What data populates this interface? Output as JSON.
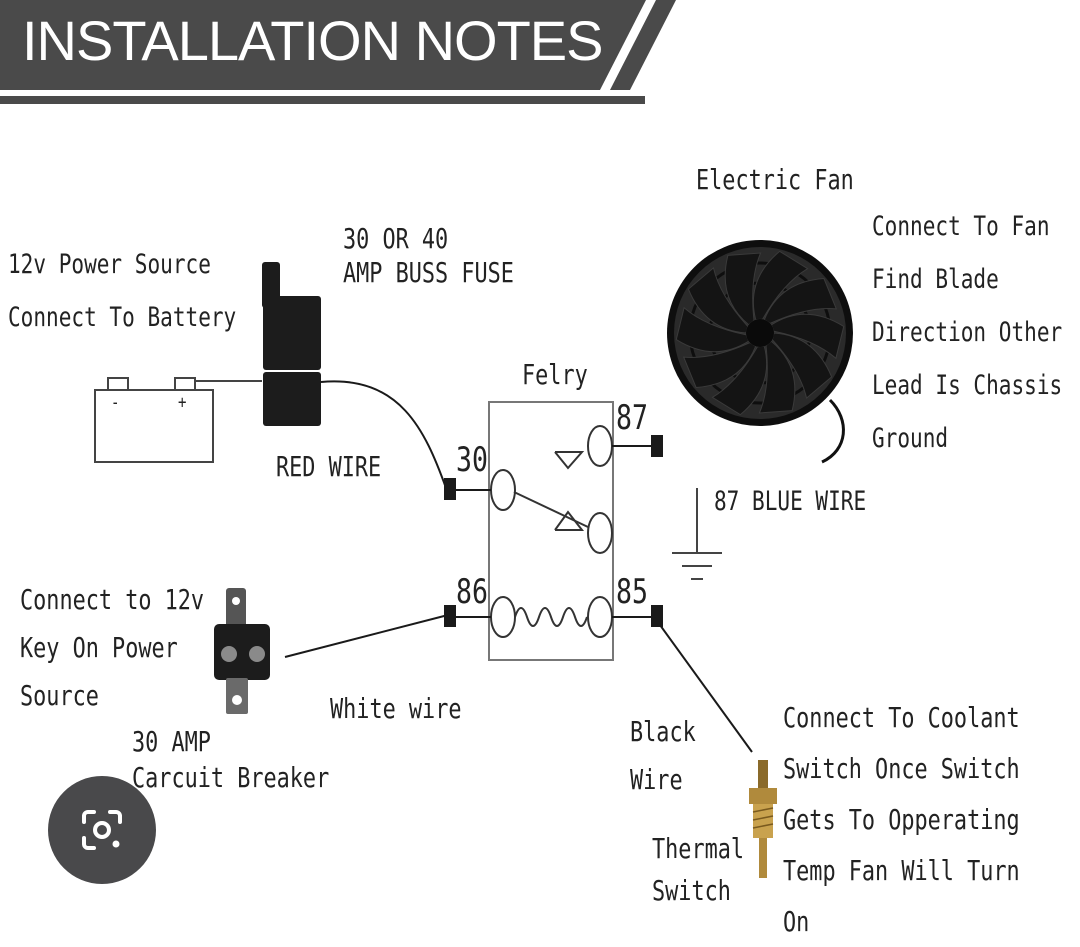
{
  "header": {
    "title": "INSTALLATION NOTES"
  },
  "labels": {
    "power_source": [
      "12v Power Source",
      "Connect To Battery"
    ],
    "fuse": [
      "30 OR 40",
      "AMP BUSS FUSE"
    ],
    "red_wire": "RED WIRE",
    "relay": "Felry",
    "pin_30": "30",
    "pin_87": "87",
    "pin_86": "86",
    "pin_85": "85",
    "electric_fan": "Electric Fan",
    "fan_note": [
      "Connect To Fan",
      "Find Blade",
      "Direction Other",
      "Lead Is Chassis",
      "Ground"
    ],
    "blue_wire": "87 BLUE WIRE",
    "key_power": [
      "Connect to 12v",
      "Key On Power",
      "Source"
    ],
    "white_wire": "White wire",
    "breaker": [
      "30 AMP",
      "Carcuit Breaker"
    ],
    "black_wire": [
      "Black",
      "Wire"
    ],
    "thermal_switch": [
      "Thermal",
      "Switch"
    ],
    "coolant_note": [
      "Connect To Coolant",
      "Switch Once Switch",
      "Gets To Opperating",
      "Temp Fan Will Turn",
      "On"
    ],
    "battery_minus": "-",
    "battery_plus": "+"
  },
  "colors": {
    "header_band": "#4a4a4a",
    "line": "#1a1a1a",
    "relay_box": "#777777",
    "fuse_body": "#1c1c1c",
    "thermal_brass": "#b08a3c"
  },
  "icons": {
    "lens": "lens-search-icon"
  }
}
